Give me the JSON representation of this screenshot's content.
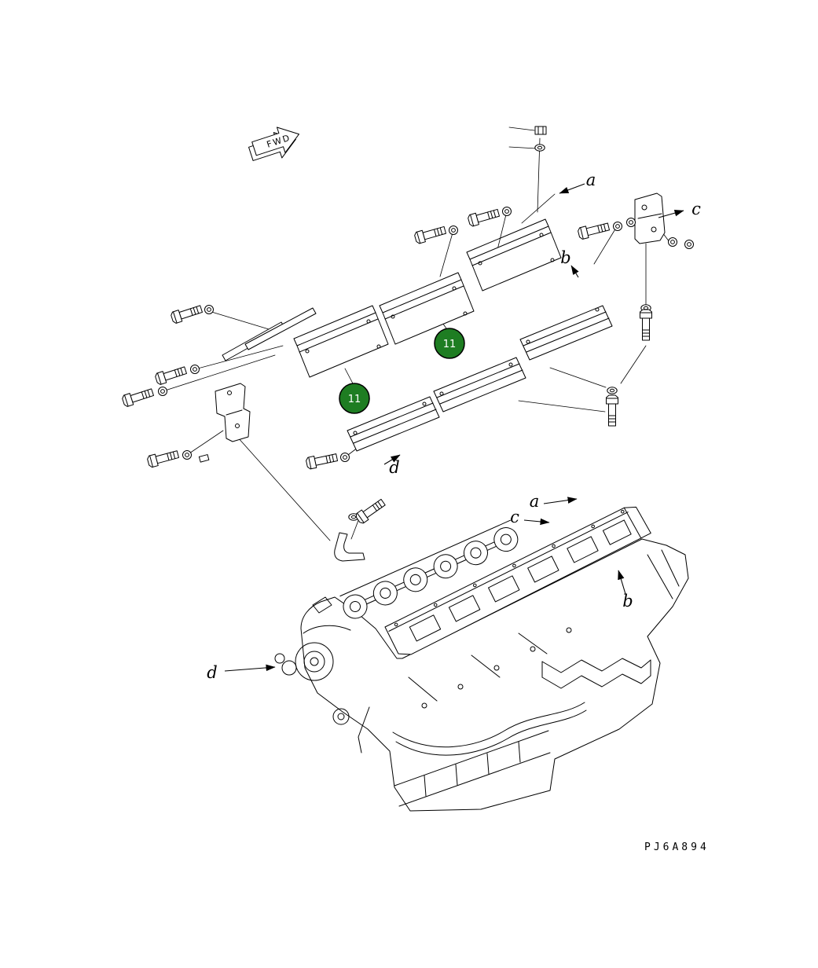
{
  "diagram": {
    "background": "#ffffff",
    "line_color": "#000000",
    "callout_color": "#1e7d22",
    "callout_ring_color": "#0c3d0e",
    "fwd_arrow": {
      "label": "FWD"
    },
    "callouts": {
      "first": "11",
      "second": "11"
    },
    "ref_labels": {
      "exploded_a": "a",
      "exploded_b": "b",
      "exploded_c": "c",
      "exploded_d": "d",
      "engine_a": "a",
      "engine_b": "b",
      "engine_c": "c",
      "engine_d": "d"
    },
    "drawing_code": "PJ6A894"
  }
}
